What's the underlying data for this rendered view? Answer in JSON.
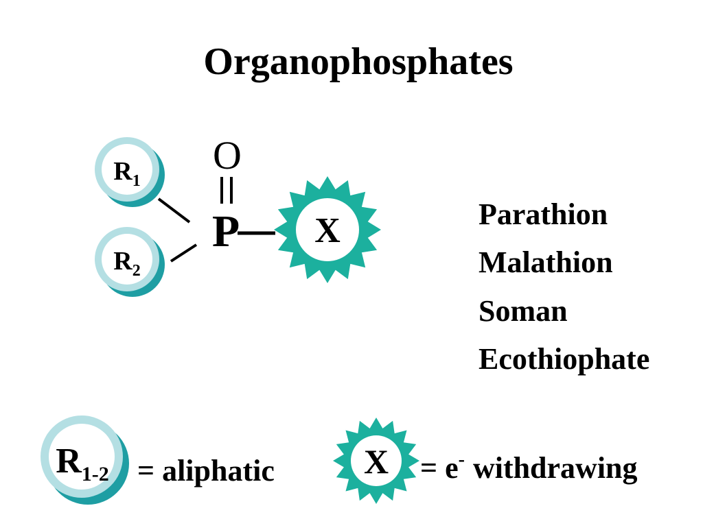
{
  "title": "Organophosphates",
  "structure": {
    "r1": {
      "letter": "R",
      "sub": "1"
    },
    "r2": {
      "letter": "R",
      "sub": "2"
    },
    "oxygen": "O",
    "phosphorus": "P",
    "leaving_group": "X"
  },
  "examples": [
    "Parathion",
    "Malathion",
    "Soman",
    "Ecothiophate"
  ],
  "legend": {
    "r_group": {
      "letter": "R",
      "sub": "1-2",
      "text": "= aliphatic"
    },
    "x_group": {
      "letter": "X",
      "text_pre": "= e",
      "sup": "-",
      "text_post": "withdrawing"
    }
  },
  "colors": {
    "star": "#1cb09e",
    "badge_ring": "#b4dfe3",
    "badge_shadow": "#1e9ea3"
  }
}
